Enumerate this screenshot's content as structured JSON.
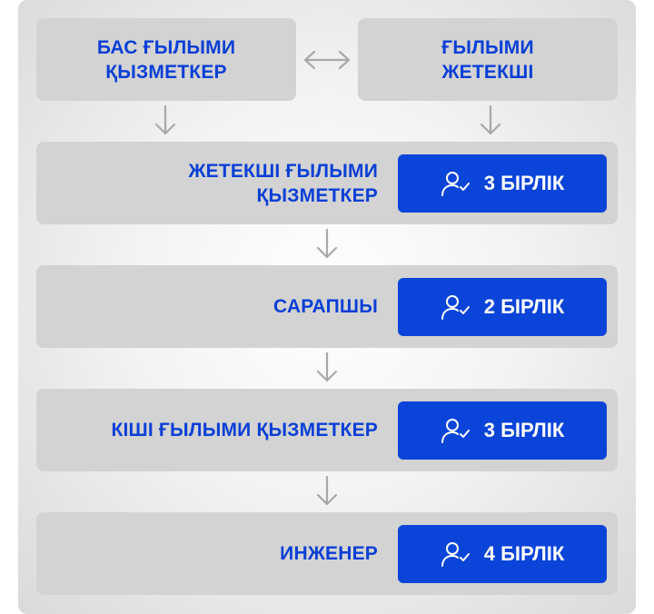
{
  "top": {
    "left_title": [
      "БАС ҒЫЛЫМИ",
      "ҚЫЗМЕТКЕР"
    ],
    "right_title": [
      "ҒЫЛЫМИ",
      "ЖЕТЕКШІ"
    ]
  },
  "rows": [
    {
      "label_lines": [
        "ЖЕТЕКШІ ҒЫЛЫМИ",
        "ҚЫЗМЕТКЕР"
      ],
      "badge": "3 БІРЛІК",
      "count": 3
    },
    {
      "label_lines": [
        "САРАПШЫ"
      ],
      "badge": "2 БІРЛІК",
      "count": 2
    },
    {
      "label_lines": [
        "КІШІ ҒЫЛЫМИ ҚЫЗМЕТКЕР"
      ],
      "badge": "3 БІРЛІК",
      "count": 3
    },
    {
      "label_lines": [
        "ИНЖЕНЕР"
      ],
      "badge": "4 БІРЛІК",
      "count": 4
    }
  ],
  "icons": {
    "badge_icon": "user-check-icon",
    "connector": "double-arrow-icon",
    "flow": "arrow-down-icon"
  },
  "colors": {
    "accent": "#0b44d9",
    "box": "#d3d3d3",
    "arrow": "#a8a8a8"
  }
}
